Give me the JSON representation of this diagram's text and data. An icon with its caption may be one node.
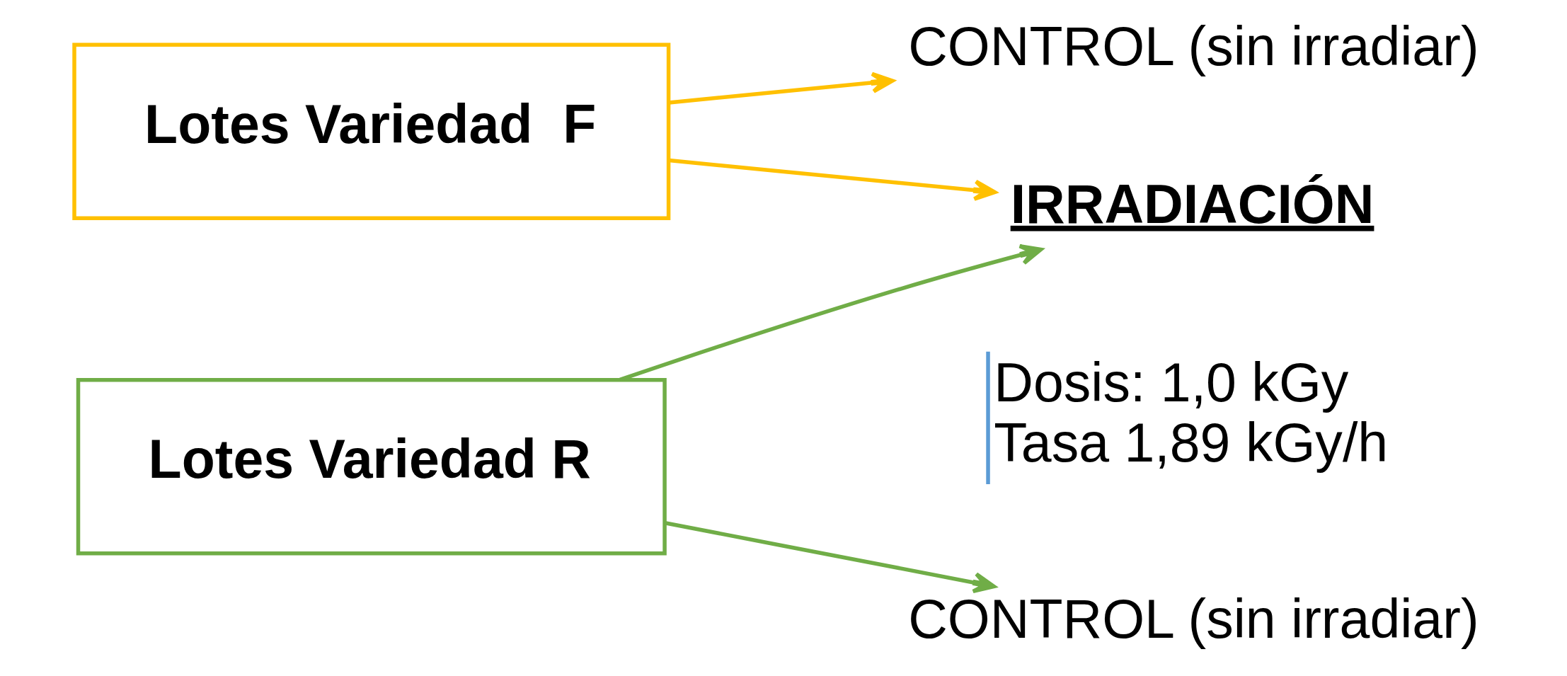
{
  "diagram": {
    "nodes": [
      {
        "text": [
          "Lotes Variedad  F"
        ]
      },
      {
        "text": [
          "Lotes Variedad R"
        ]
      },
      {
        "text": [
          "CONTROL (sin irradiar)"
        ]
      },
      {
        "text": [
          "IRRADIACIÓN"
        ]
      },
      {
        "text": [
          "CONTROL (sin irradiar)"
        ]
      }
    ],
    "edges": [
      {
        "from": 0,
        "to": 2,
        "arrow": "to",
        "color": "#ffc000"
      },
      {
        "from": 0,
        "to": 3,
        "arrow": "to",
        "color": "#ffc000"
      },
      {
        "from": 1,
        "to": 3,
        "arrow": "to",
        "color": "#70ad47"
      },
      {
        "from": 1,
        "to": 4,
        "arrow": "to",
        "color": "#70ad47"
      }
    ],
    "labels": [
      "Dosis: 1,0 kGy",
      "Tasa 1,89 kGy/h"
    ]
  }
}
